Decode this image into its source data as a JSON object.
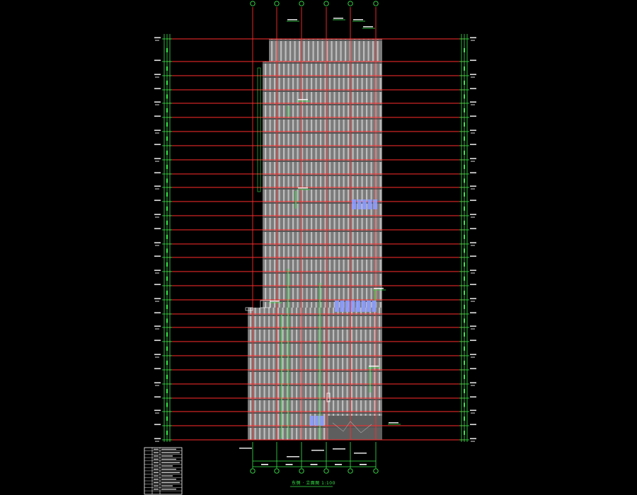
{
  "drawing": {
    "title": "东侧 · 立面图  1:100",
    "floor_count": 29,
    "grid_axis_count": 6,
    "colors": {
      "background": "#000000",
      "level_lines": "#ff2b2b",
      "facade_fill": "#7b7b7b",
      "mullions": "#c9c9c9",
      "dimensions": "#39e84b",
      "glazing_highlight": "#8c9cff",
      "annotations": "#ffffff"
    }
  }
}
